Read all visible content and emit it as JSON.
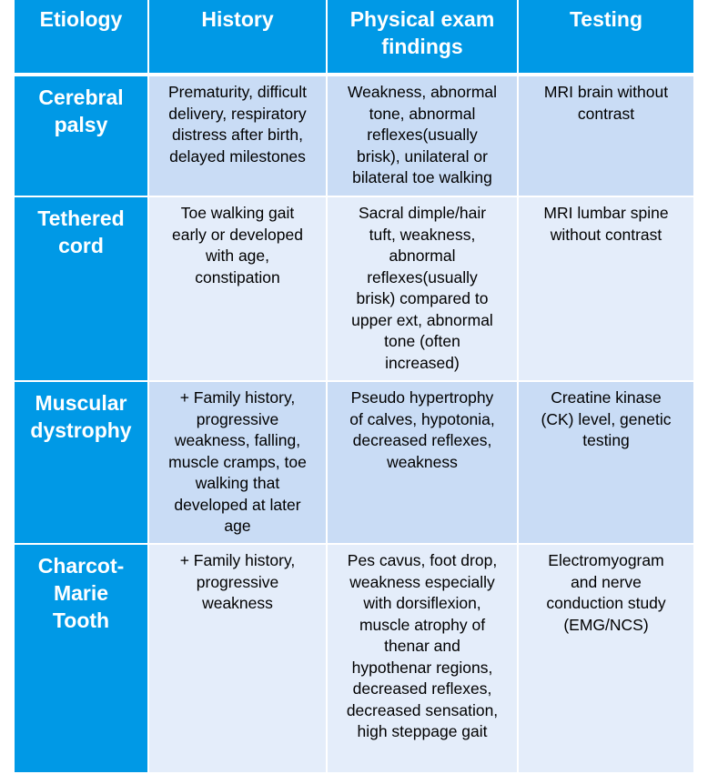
{
  "colors": {
    "header_bg": "#0099e6",
    "row_odd_bg": "#c9dcf5",
    "row_even_bg": "#e4edfa",
    "header_text": "#ffffff"
  },
  "table": {
    "headers": [
      "Etiology",
      "History",
      "Physical exam\nfindings",
      "Testing"
    ],
    "rows": [
      {
        "etiology": "Cerebral\npalsy",
        "history": "Prematurity, difficult\ndelivery, respiratory\ndistress after birth,\ndelayed milestones",
        "exam": "Weakness, abnormal\ntone, abnormal\nreflexes(usually\nbrisk), unilateral or\nbilateral toe walking",
        "testing": "MRI brain without\ncontrast"
      },
      {
        "etiology": "Tethered\ncord",
        "history": "Toe walking gait\nearly or developed\nwith age,\nconstipation",
        "exam": "Sacral dimple/hair\ntuft, weakness,\nabnormal\nreflexes(usually\nbrisk) compared to\nupper ext, abnormal\ntone (often\nincreased)",
        "testing": "MRI lumbar spine\nwithout contrast"
      },
      {
        "etiology": "Muscular\ndystrophy",
        "history": "+ Family history,\nprogressive\nweakness, falling,\nmuscle cramps, toe\nwalking that\ndeveloped at later\nage",
        "exam": "Pseudo hypertrophy\nof calves, hypotonia,\ndecreased reflexes,\nweakness",
        "testing": "Creatine kinase\n(CK) level, genetic\ntesting"
      },
      {
        "etiology": "Charcot-\nMarie\nTooth",
        "history": "+ Family history,\nprogressive\nweakness",
        "exam": "Pes cavus, foot drop,\nweakness especially\nwith dorsiflexion,\nmuscle atrophy of\nthenar and\nhypothenar regions,\ndecreased reflexes,\ndecreased sensation,\nhigh steppage gait",
        "testing": "Electromyogram\nand nerve\nconduction study\n(EMG/NCS)"
      }
    ]
  }
}
